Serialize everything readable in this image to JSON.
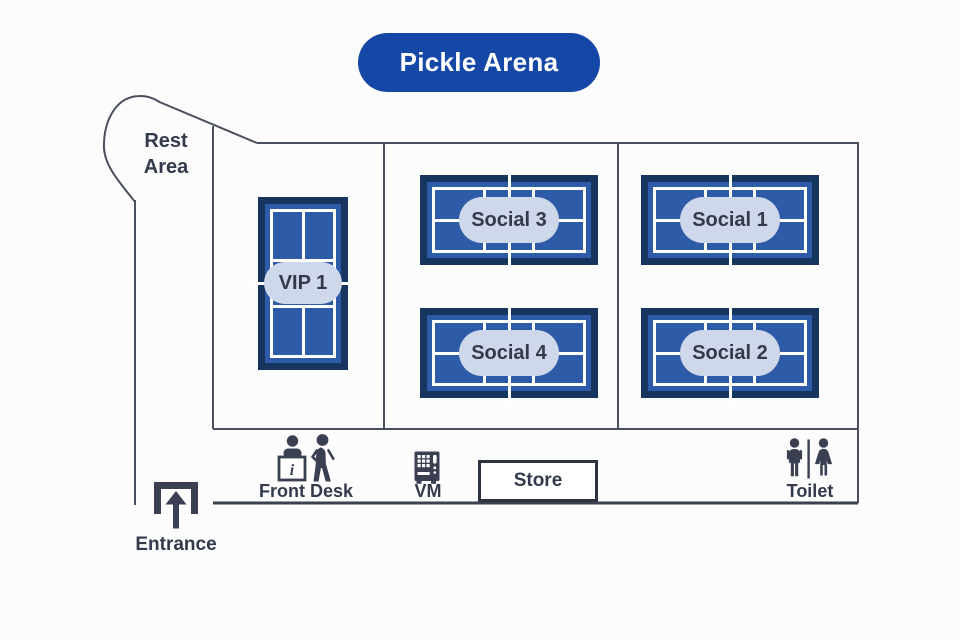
{
  "title": "Pickle Arena",
  "rest_area": {
    "line1": "Rest",
    "line2": "Area"
  },
  "courts": [
    {
      "id": "vip-1",
      "label": "VIP 1",
      "category": "vip",
      "orientation": "vertical"
    },
    {
      "id": "social-3",
      "label": "Social 3",
      "category": "social",
      "orientation": "horizontal"
    },
    {
      "id": "social-4",
      "label": "Social 4",
      "category": "social",
      "orientation": "horizontal"
    },
    {
      "id": "social-1",
      "label": "Social 1",
      "category": "social",
      "orientation": "horizontal"
    },
    {
      "id": "social-2",
      "label": "Social 2",
      "category": "social",
      "orientation": "horizontal"
    }
  ],
  "amenities": {
    "front_desk": "Front Desk",
    "vending_machine": "VM",
    "store": "Store",
    "toilet": "Toilet"
  },
  "entrance_label": "Entrance",
  "icons": {
    "front_desk": "info-desk-with-attendant-and-visitor-icon",
    "vending_machine": "vending-machine-icon",
    "toilet": "male-female-restroom-icon",
    "entrance": "up-arrow-through-doorway-icon"
  },
  "colors": {
    "brand_blue": "#1547a6",
    "court_frame": "#16355f",
    "court_fill": "#2d5ba7",
    "court_line": "#ffffff",
    "label_pill": "#cfd8ea",
    "ink": "#333a4c",
    "icon_ink": "#3a4052",
    "wall": "#4a4f5d",
    "background": "#fcfcfd"
  }
}
